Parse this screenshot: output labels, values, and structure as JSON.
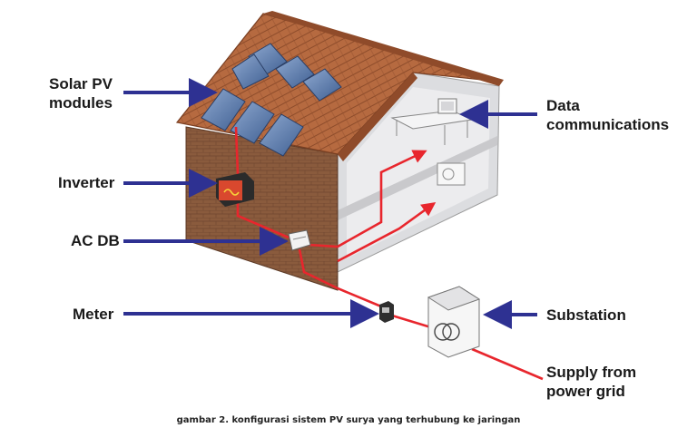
{
  "labels": {
    "solar_pv": [
      "Solar PV",
      "modules"
    ],
    "inverter": "Inverter",
    "ac_db": "AC DB",
    "meter": "Meter",
    "data_comm": [
      "Data",
      "communications"
    ],
    "substation": "Substation",
    "supply_grid": [
      "Supply from",
      "power grid"
    ]
  },
  "caption": "gambar 2. konfigurasi sistem PV surya yang terhubung ke jaringan",
  "colors": {
    "arrow": "#2e3192",
    "wire": "#e8262d",
    "roof": "#b5683f",
    "brick_wall": "#8a5a3c",
    "interior": "#e7e7e9",
    "panel": "#5a7aa8"
  }
}
